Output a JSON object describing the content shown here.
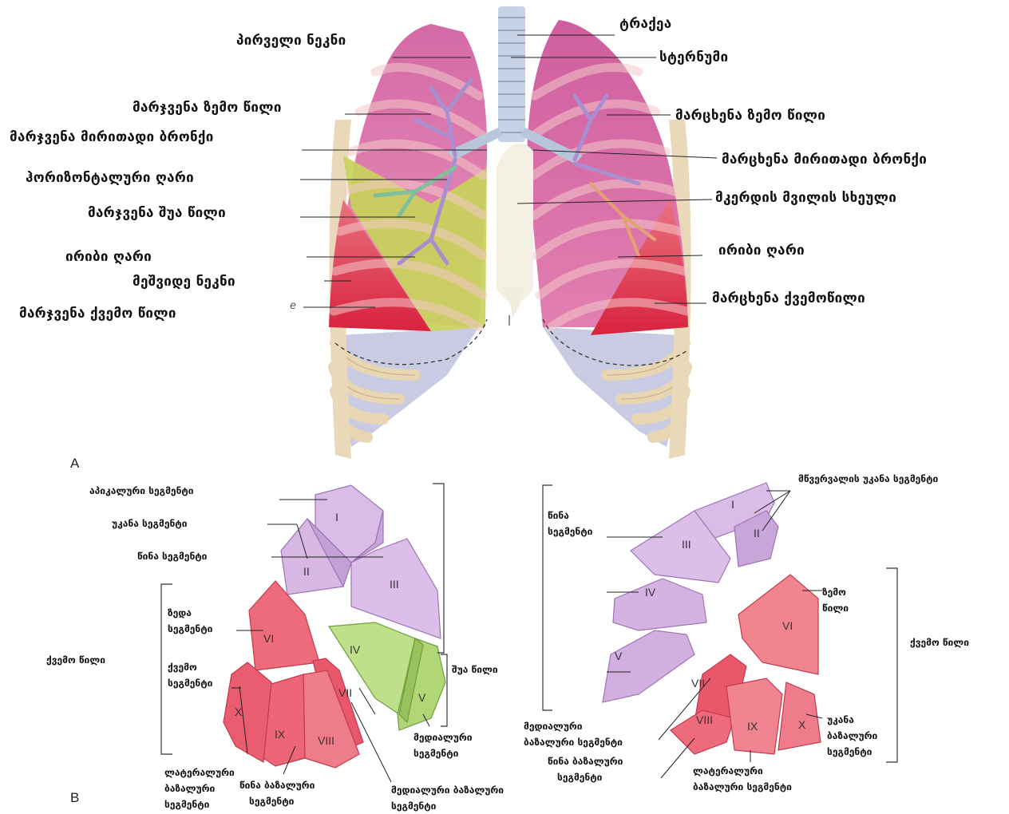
{
  "panels": {
    "a": "A",
    "b": "B"
  },
  "anatomy_labels": {
    "first_rib": "პირველი ნეკნი",
    "trachea": "ტრაქეა",
    "sternum": "სტერნუმი",
    "right_upper_lobe": "მარჯვენა ზემო წილი",
    "left_upper_lobe": "მარცხენა ზემო წილი",
    "right_main_bronchus": "მარჯვენა მირითადი ბრონქი",
    "left_main_bronchus": "მარცხენა მირითადი ბრონქი",
    "horizontal_fissure": "ჰორიზონტალური ღარი",
    "sternum_body": "მკერდის მვილის სხეული",
    "right_middle_lobe": "მარჯვენა შუა წილი",
    "oblique_fissure_right": "ირიბი ღარი",
    "oblique_fissure_left": "ირიბი ღარი",
    "seventh_rib": "მეშვიდე ნეკნი",
    "right_lower_lobe": "მარჯვენა ქვემო წილი",
    "left_lower_lobe": "მარცხენა ქვემოწილი",
    "marker_e": "e"
  },
  "right_lung_segments": {
    "apical": "აპიკალური სეგმენტი",
    "posterior": "უკანა სეგმენტი",
    "anterior": "წინა სეგმენტი",
    "superior_line1": "ზედა",
    "superior_line2": "სეგმენტი",
    "lower_lobe": "ქვემო წილი",
    "lower_seg_line1": "ქვემო",
    "lower_seg_line2": "სეგმენტი",
    "middle_lobe": "შუა წილი",
    "medial_line1": "მედიალური",
    "medial_line2": "სეგმენტი",
    "lateral_basal_line1": "ლატერალური",
    "lateral_basal_line2": "ბაზალური",
    "lateral_basal_line3": "სეგმენტი",
    "anterior_basal_line1": "წინა ბაზალური",
    "anterior_basal_line2": "სეგმენტი",
    "medial_basal_line1": "მედიალური ბაზალური",
    "medial_basal_line2": "სეგმენტი"
  },
  "left_lung_segments": {
    "apicoposterior": "მწვერვალის უკანა სეგმენტი",
    "anterior_line1": "წინა",
    "anterior_line2": "სეგმენტი",
    "upper_lobe_line1": "ზემო",
    "upper_lobe_line2": "წილი",
    "lower_lobe": "ქვემო წილი",
    "posterior_basal_line1": "უკანა",
    "posterior_basal_line2": "ბაზალური",
    "posterior_basal_line3": "სეგმენტი",
    "medial_basal_line1": "მედიალური",
    "medial_basal_line2": "ბაზალური სეგმენტი",
    "anterior_basal_line1": "წინა ბაზალური",
    "anterior_basal_line2": "სეგმენტი",
    "lateral_basal_line1": "ლატერალური",
    "lateral_basal_line2": "ბაზალური სეგმენტი"
  },
  "segment_numerals": {
    "r1": "I",
    "r2": "II",
    "r3": "III",
    "r4": "IV",
    "r5": "V",
    "r6": "VI",
    "r7": "VII",
    "r8": "VIII",
    "r9": "IX",
    "r10": "X",
    "l1": "I",
    "l2": "II",
    "l3": "III",
    "l4": "IV",
    "l5": "V",
    "l6": "VI",
    "l7": "VII",
    "l8": "VIII",
    "l9": "IX",
    "l10": "X"
  },
  "colors": {
    "upper_lobe": "#d98bb8",
    "middle_lobe": "#c9d36a",
    "lower_lobe": "#e25468",
    "rib": "#ead9b8",
    "cartilage": "#c9cbe3",
    "segment_purple": "#d7b6e0",
    "segment_green": "#b6da7e",
    "segment_red": "#ee6f7e"
  }
}
